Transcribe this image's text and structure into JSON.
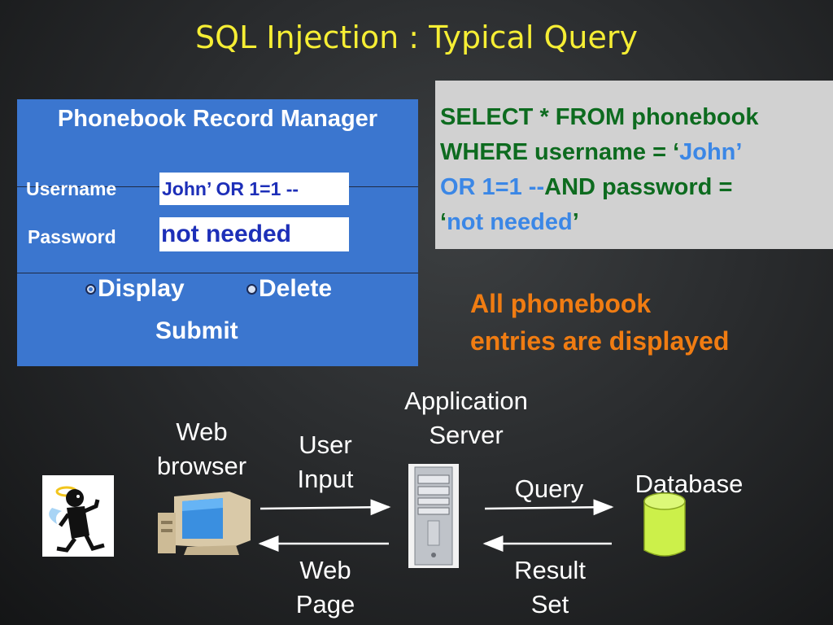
{
  "title": "SQL Injection : Typical Query",
  "form": {
    "title": "Phonebook Record Manager",
    "username_label": "Username",
    "username_value": "John’ OR 1=1 --",
    "password_label": "Password",
    "password_value": "not needed",
    "radio_display": "Display",
    "radio_delete": "Delete",
    "submit_label": "Submit"
  },
  "sql": {
    "line1": "SELECT * FROM phonebook",
    "line2a": "WHERE  username = ‘",
    "line2b": "John’",
    "line3a": "OR 1=1 --",
    "line3b": "AND password =",
    "line4a": "‘",
    "line4b": "not needed",
    "line4c": "’"
  },
  "result_text": {
    "line1": "All phonebook",
    "line2": "entries are displayed"
  },
  "diagram": {
    "web_browser": [
      "Web",
      "browser"
    ],
    "user_input": [
      "User",
      "Input"
    ],
    "app_server": [
      "Application",
      "Server"
    ],
    "query": "Query",
    "database": "Database",
    "web_page": [
      "Web",
      "Page"
    ],
    "result_set": [
      "Result",
      "Set"
    ]
  },
  "colors": {
    "title": "#f6ee34",
    "panel": "#3b76cf",
    "sql_text": "#0d6b1f",
    "injected": "#3b87e6",
    "result": "#f07c12",
    "database": "#ccf04a"
  },
  "icons": [
    "user-clipart-icon",
    "computer-monitor-icon",
    "server-tower-icon",
    "database-cylinder-icon"
  ]
}
